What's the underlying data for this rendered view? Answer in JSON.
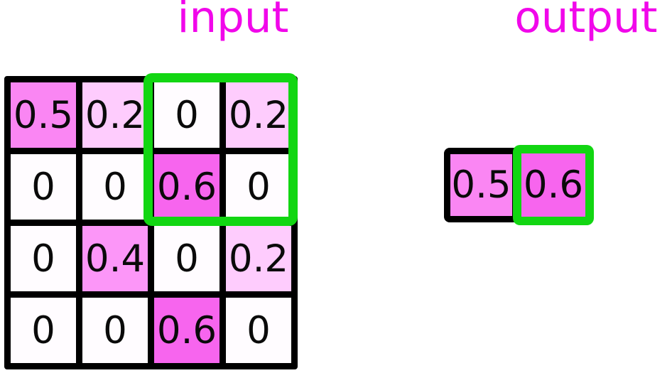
{
  "titles": {
    "input": "input",
    "output": "output"
  },
  "colors": {
    "title_text": "#F107EA",
    "grid_line": "#000000",
    "highlight_green": "#12D612",
    "cell_text": "#0a0a0a",
    "value_colors": {
      "0": "#FFFCFF",
      "0.2": "#FECCFD",
      "0.4": "#FC96F8",
      "0.5": "#FA86F3",
      "0.6": "#F765EE"
    }
  },
  "input_grid": {
    "rows": [
      [
        "0.5",
        "0.2",
        "0",
        "0.2"
      ],
      [
        "0",
        "0",
        "0.6",
        "0"
      ],
      [
        "0",
        "0.4",
        "0",
        "0.2"
      ],
      [
        "0",
        "0",
        "0.6",
        "0"
      ]
    ],
    "highlight_region": {
      "description": "green box over top-right 2x2 cells",
      "row_start": 1,
      "row_end": 2,
      "col_start": 3,
      "col_end": 4
    }
  },
  "output_grid": {
    "cells": [
      {
        "value": "0.5",
        "highlight": false
      },
      {
        "value": "0.6",
        "highlight": true
      }
    ]
  }
}
